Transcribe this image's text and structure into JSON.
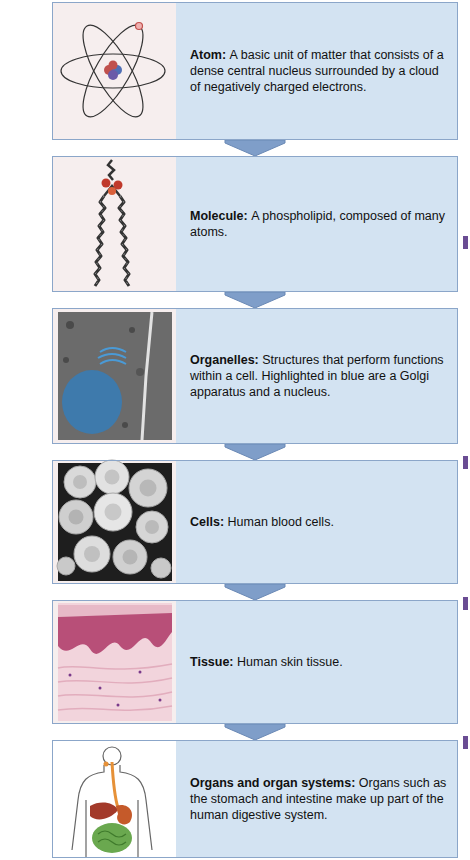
{
  "diagram": {
    "nodes": [
      {
        "text": [
          "Atom:",
          "A basic unit of matter that consists of a dense central nucleus surrounded by a cloud of negatively charged electrons."
        ]
      },
      {
        "text": [
          "Molecule:",
          "A phospholipid, composed of many atoms."
        ]
      },
      {
        "text": [
          "Organelles:",
          "Structures that perform functions within a cell. Highlighted in blue are a Golgi apparatus and a nucleus."
        ]
      },
      {
        "text": [
          "Cells:",
          "Human blood cells."
        ]
      },
      {
        "text": [
          "Tissue:",
          "Human skin tissue."
        ]
      },
      {
        "text": [
          "Organs and organ systems:",
          "Organs such as the stomach and intestine make up part of the human digestive system."
        ]
      }
    ],
    "edges": [
      {
        "from": 0,
        "to": 1,
        "arrow": "to"
      },
      {
        "from": 1,
        "to": 2,
        "arrow": "to"
      },
      {
        "from": 2,
        "to": 3,
        "arrow": "to"
      },
      {
        "from": 3,
        "to": 4,
        "arrow": "to"
      },
      {
        "from": 4,
        "to": 5,
        "arrow": "to"
      }
    ]
  }
}
